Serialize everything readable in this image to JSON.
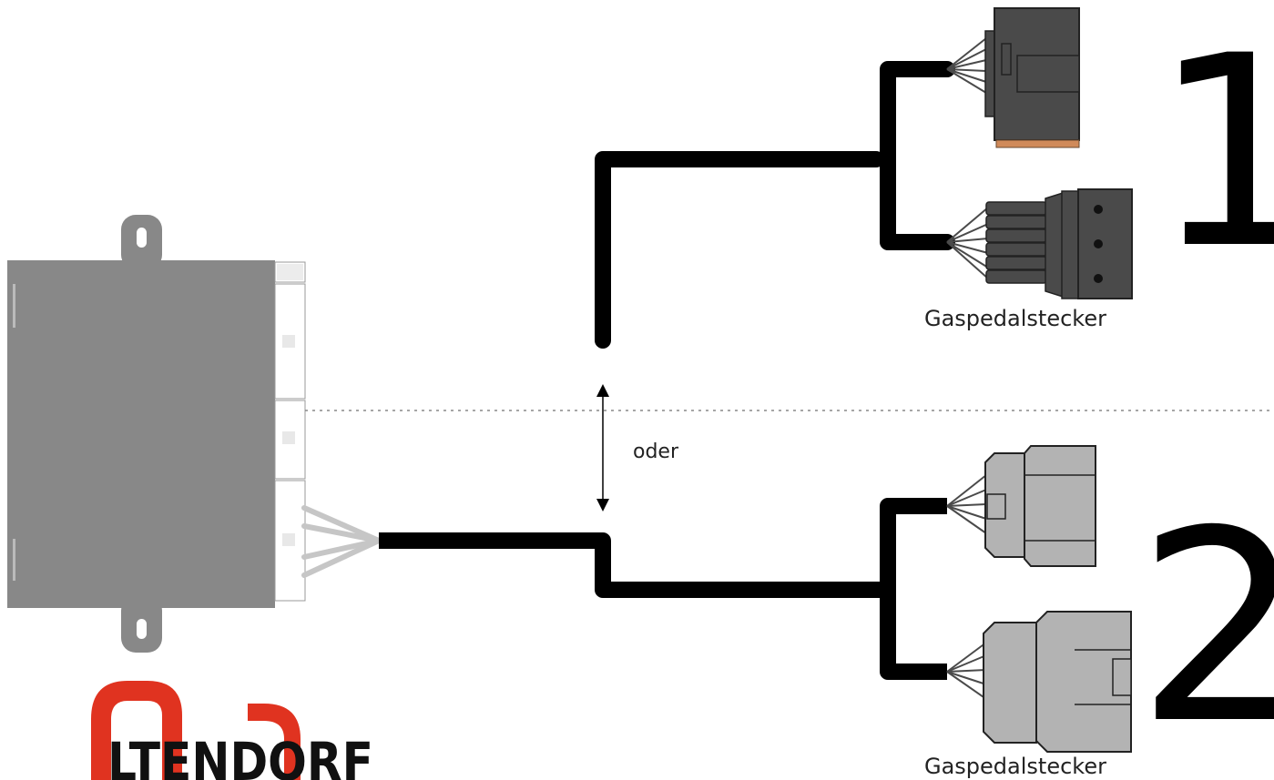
{
  "labels": {
    "or_text": "oder",
    "connector_label_top": "Gaspedalstecker",
    "connector_label_bottom": "Gaspedalstecker",
    "option_1": "1",
    "option_2": "2"
  },
  "logo": {
    "text": "LTENDORF",
    "color": "#e03320"
  },
  "colors": {
    "cable": "#000000",
    "module_body": "#888888",
    "module_tab": "#888888",
    "connector_dark": "#4a4a4a",
    "connector_light": "#b3b3b3",
    "connector_pin_strip": "#d08a5a",
    "divider": "#888888"
  }
}
